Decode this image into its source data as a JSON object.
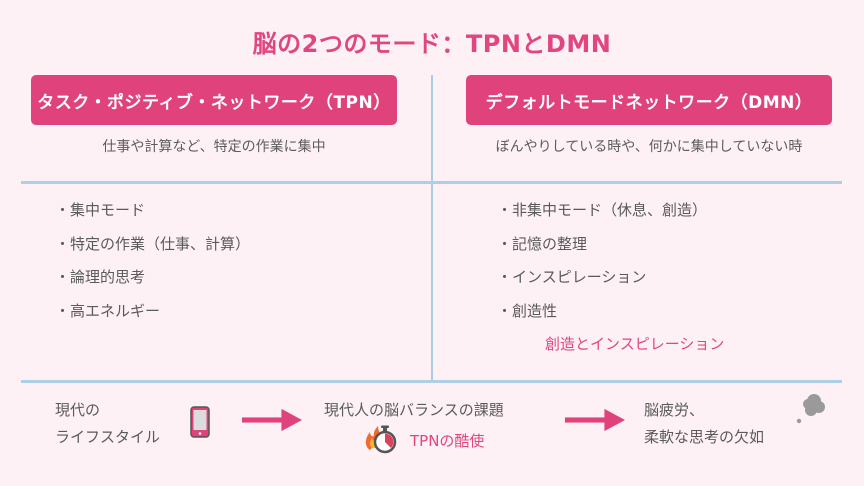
{
  "title": "脳の2つのモード：TPNとDMN",
  "colors": {
    "accent": "#e0437c",
    "background": "#fdf1f6",
    "divider": "#a9cde6",
    "text": "#5a5a5a"
  },
  "tpn": {
    "heading": "タスク・ポジティブ・ネットワーク（TPN）",
    "subtitle": "仕事や計算など、特定の作業に集中",
    "bullets": [
      "集中モード",
      "特定の作業（仕事、計算）",
      "論理的思考",
      "高エネルギー"
    ]
  },
  "dmn": {
    "heading": "デフォルトモードネットワーク（DMN）",
    "subtitle": "ぼんやりしている時や、何かに集中していない時",
    "bullets": [
      "非集中モード（休息、創造）",
      "記憶の整理",
      "インスピレーション",
      "創造性"
    ],
    "highlight": "創造とインスピレーション"
  },
  "flow": {
    "step1": {
      "line1": "現代の",
      "line2": "ライフスタイル",
      "icon": "smartphone-icon"
    },
    "step2": {
      "line1": "現代人の脳バランスの課題",
      "line2": "TPNの酷使",
      "icon": "burning-stopwatch-icon"
    },
    "step3": {
      "line1": "脳疲労、",
      "line2": "柔軟な思考の欠如",
      "icon": "thought-cloud-icon"
    }
  }
}
